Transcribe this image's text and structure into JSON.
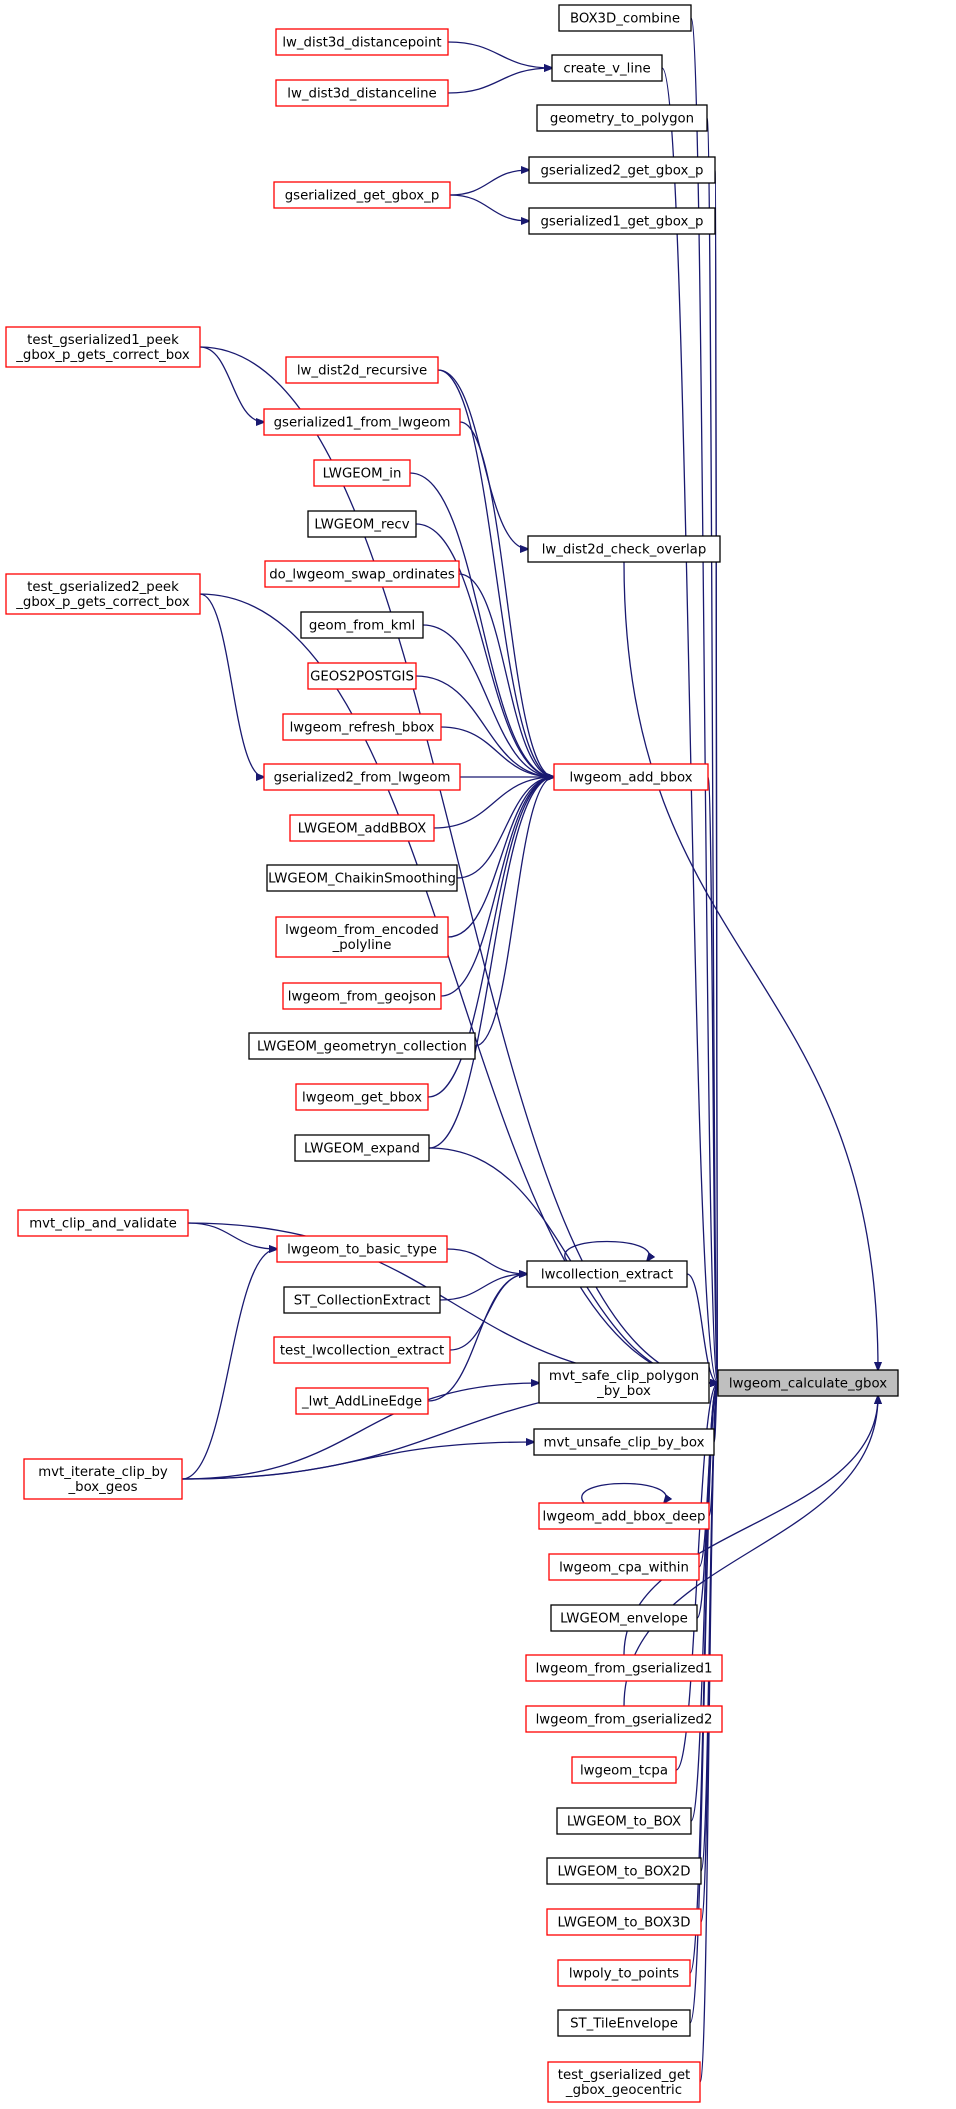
{
  "graph": {
    "focus_node": "lwgeom_calculate_gbox",
    "colors": {
      "focus_fill": "#bfbfbf",
      "normal_fill": "#ffffff",
      "black_border": "#000000",
      "red_border": "#ff0000",
      "edge": "#191970"
    },
    "nodes": [
      {
        "id": "n_calc",
        "lines": [
          "lwgeom_calculate_gbox"
        ],
        "style": "focus"
      },
      {
        "id": "n_box3dcomb",
        "lines": [
          "BOX3D_combine"
        ],
        "style": "black"
      },
      {
        "id": "n_createv",
        "lines": [
          "create_v_line"
        ],
        "style": "black"
      },
      {
        "id": "n_ld3dpt",
        "lines": [
          "lw_dist3d_distancepoint"
        ],
        "style": "red"
      },
      {
        "id": "n_ld3dln",
        "lines": [
          "lw_dist3d_distanceline"
        ],
        "style": "red"
      },
      {
        "id": "n_geom2poly",
        "lines": [
          "geometry_to_polygon"
        ],
        "style": "black"
      },
      {
        "id": "n_gs2gbox",
        "lines": [
          "gserialized2_get_gbox_p"
        ],
        "style": "black"
      },
      {
        "id": "n_gsgbox",
        "lines": [
          "gserialized_get_gbox_p"
        ],
        "style": "red"
      },
      {
        "id": "n_gs1gbox",
        "lines": [
          "gserialized1_get_gbox_p"
        ],
        "style": "black"
      },
      {
        "id": "n_test1peek",
        "lines": [
          "test_gserialized1_peek",
          "_gbox_p_gets_correct_box"
        ],
        "style": "red"
      },
      {
        "id": "n_ld2drec",
        "lines": [
          "lw_dist2d_recursive"
        ],
        "style": "red"
      },
      {
        "id": "n_gs1from",
        "lines": [
          "gserialized1_from_lwgeom"
        ],
        "style": "red"
      },
      {
        "id": "n_lwin",
        "lines": [
          "LWGEOM_in"
        ],
        "style": "red"
      },
      {
        "id": "n_lwrecv",
        "lines": [
          "LWGEOM_recv"
        ],
        "style": "black"
      },
      {
        "id": "n_ld2dchk",
        "lines": [
          "lw_dist2d_check_overlap"
        ],
        "style": "black"
      },
      {
        "id": "n_doswap",
        "lines": [
          "do_lwgeom_swap_ordinates"
        ],
        "style": "red"
      },
      {
        "id": "n_test2peek",
        "lines": [
          "test_gserialized2_peek",
          "_gbox_p_gets_correct_box"
        ],
        "style": "red"
      },
      {
        "id": "n_kml",
        "lines": [
          "geom_from_kml"
        ],
        "style": "black"
      },
      {
        "id": "n_geos2pg",
        "lines": [
          "GEOS2POSTGIS"
        ],
        "style": "red"
      },
      {
        "id": "n_refresh",
        "lines": [
          "lwgeom_refresh_bbox"
        ],
        "style": "red"
      },
      {
        "id": "n_gs2from",
        "lines": [
          "gserialized2_from_lwgeom"
        ],
        "style": "red"
      },
      {
        "id": "n_addbbox",
        "lines": [
          "lwgeom_add_bbox"
        ],
        "style": "red"
      },
      {
        "id": "n_lwaddbbox",
        "lines": [
          "LWGEOM_addBBOX"
        ],
        "style": "red"
      },
      {
        "id": "n_chaikin",
        "lines": [
          "LWGEOM_ChaikinSmoothing"
        ],
        "style": "black"
      },
      {
        "id": "n_fromenc",
        "lines": [
          "lwgeom_from_encoded",
          "_polyline"
        ],
        "style": "red"
      },
      {
        "id": "n_fromjson",
        "lines": [
          "lwgeom_from_geojson"
        ],
        "style": "red"
      },
      {
        "id": "n_geomn",
        "lines": [
          "LWGEOM_geometryn_collection"
        ],
        "style": "black"
      },
      {
        "id": "n_getbbox",
        "lines": [
          "lwgeom_get_bbox"
        ],
        "style": "red"
      },
      {
        "id": "n_expand",
        "lines": [
          "LWGEOM_expand"
        ],
        "style": "black"
      },
      {
        "id": "n_mvtclip",
        "lines": [
          "mvt_clip_and_validate"
        ],
        "style": "red"
      },
      {
        "id": "n_basictype",
        "lines": [
          "lwgeom_to_basic_type"
        ],
        "style": "red"
      },
      {
        "id": "n_collext",
        "lines": [
          "lwcollection_extract"
        ],
        "style": "black"
      },
      {
        "id": "n_stcollext",
        "lines": [
          "ST_CollectionExtract"
        ],
        "style": "black"
      },
      {
        "id": "n_testcollext",
        "lines": [
          "test_lwcollection_extract"
        ],
        "style": "red"
      },
      {
        "id": "n_safeclip",
        "lines": [
          "mvt_safe_clip_polygon",
          "_by_box"
        ],
        "style": "black"
      },
      {
        "id": "n_lwtadd",
        "lines": [
          "_lwt_AddLineEdge"
        ],
        "style": "red"
      },
      {
        "id": "n_unsafeclip",
        "lines": [
          "mvt_unsafe_clip_by_box"
        ],
        "style": "black"
      },
      {
        "id": "n_mvtiter",
        "lines": [
          "mvt_iterate_clip_by",
          "_box_geos"
        ],
        "style": "red"
      },
      {
        "id": "n_addbboxdeep",
        "lines": [
          "lwgeom_add_bbox_deep"
        ],
        "style": "red"
      },
      {
        "id": "n_cpawithin",
        "lines": [
          "lwgeom_cpa_within"
        ],
        "style": "red"
      },
      {
        "id": "n_envelope",
        "lines": [
          "LWGEOM_envelope"
        ],
        "style": "black"
      },
      {
        "id": "n_fromgs1",
        "lines": [
          "lwgeom_from_gserialized1"
        ],
        "style": "red"
      },
      {
        "id": "n_fromgs2",
        "lines": [
          "lwgeom_from_gserialized2"
        ],
        "style": "red"
      },
      {
        "id": "n_tcpa",
        "lines": [
          "lwgeom_tcpa"
        ],
        "style": "red"
      },
      {
        "id": "n_tobox",
        "lines": [
          "LWGEOM_to_BOX"
        ],
        "style": "black"
      },
      {
        "id": "n_tobox2d",
        "lines": [
          "LWGEOM_to_BOX2D"
        ],
        "style": "black"
      },
      {
        "id": "n_tobox3d",
        "lines": [
          "LWGEOM_to_BOX3D"
        ],
        "style": "red"
      },
      {
        "id": "n_polypts",
        "lines": [
          "lwpoly_to_points"
        ],
        "style": "red"
      },
      {
        "id": "n_tileenv",
        "lines": [
          "ST_TileEnvelope"
        ],
        "style": "black"
      },
      {
        "id": "n_testgeoc",
        "lines": [
          "test_gserialized_get",
          "_gbox_geocentric"
        ],
        "style": "red"
      }
    ],
    "edges": [
      [
        "n_box3dcomb",
        "n_calc"
      ],
      [
        "n_createv",
        "n_calc"
      ],
      [
        "n_geom2poly",
        "n_calc"
      ],
      [
        "n_gs2gbox",
        "n_calc"
      ],
      [
        "n_gs1gbox",
        "n_calc"
      ],
      [
        "n_test1peek",
        "n_calc"
      ],
      [
        "n_test2peek",
        "n_calc"
      ],
      [
        "n_ld2dchk",
        "n_calc"
      ],
      [
        "n_addbbox",
        "n_calc"
      ],
      [
        "n_expand",
        "n_calc"
      ],
      [
        "n_mvtclip",
        "n_calc"
      ],
      [
        "n_collext",
        "n_calc"
      ],
      [
        "n_mvtiter",
        "n_calc"
      ],
      [
        "n_safeclip",
        "n_calc"
      ],
      [
        "n_unsafeclip",
        "n_calc"
      ],
      [
        "n_addbboxdeep",
        "n_calc"
      ],
      [
        "n_cpawithin",
        "n_calc"
      ],
      [
        "n_envelope",
        "n_calc"
      ],
      [
        "n_fromgs1",
        "n_calc"
      ],
      [
        "n_fromgs2",
        "n_calc"
      ],
      [
        "n_tcpa",
        "n_calc"
      ],
      [
        "n_tobox",
        "n_calc"
      ],
      [
        "n_tobox2d",
        "n_calc"
      ],
      [
        "n_tobox3d",
        "n_calc"
      ],
      [
        "n_polypts",
        "n_calc"
      ],
      [
        "n_tileenv",
        "n_calc"
      ],
      [
        "n_testgeoc",
        "n_calc"
      ],
      [
        "n_ld3dpt",
        "n_createv"
      ],
      [
        "n_ld3dln",
        "n_createv"
      ],
      [
        "n_gsgbox",
        "n_gs2gbox"
      ],
      [
        "n_gsgbox",
        "n_gs1gbox"
      ],
      [
        "n_test1peek",
        "n_gs1from"
      ],
      [
        "n_test2peek",
        "n_gs2from"
      ],
      [
        "n_ld2drec",
        "n_ld2dchk"
      ],
      [
        "n_ld2drec",
        "n_addbbox"
      ],
      [
        "n_gs1from",
        "n_addbbox"
      ],
      [
        "n_lwin",
        "n_addbbox"
      ],
      [
        "n_lwrecv",
        "n_addbbox"
      ],
      [
        "n_doswap",
        "n_addbbox"
      ],
      [
        "n_kml",
        "n_addbbox"
      ],
      [
        "n_geos2pg",
        "n_addbbox"
      ],
      [
        "n_refresh",
        "n_addbbox"
      ],
      [
        "n_gs2from",
        "n_addbbox"
      ],
      [
        "n_lwaddbbox",
        "n_addbbox"
      ],
      [
        "n_chaikin",
        "n_addbbox"
      ],
      [
        "n_fromenc",
        "n_addbbox"
      ],
      [
        "n_fromjson",
        "n_addbbox"
      ],
      [
        "n_geomn",
        "n_addbbox"
      ],
      [
        "n_getbbox",
        "n_addbbox"
      ],
      [
        "n_expand",
        "n_addbbox"
      ],
      [
        "n_mvtclip",
        "n_basictype"
      ],
      [
        "n_mvtiter",
        "n_basictype"
      ],
      [
        "n_basictype",
        "n_collext"
      ],
      [
        "n_stcollext",
        "n_collext"
      ],
      [
        "n_testcollext",
        "n_collext"
      ],
      [
        "n_lwtadd",
        "n_collext"
      ],
      [
        "n_collext",
        "n_collext"
      ],
      [
        "n_mvtiter",
        "n_safeclip"
      ],
      [
        "n_mvtiter",
        "n_unsafeclip"
      ],
      [
        "n_addbboxdeep",
        "n_addbboxdeep"
      ]
    ]
  }
}
